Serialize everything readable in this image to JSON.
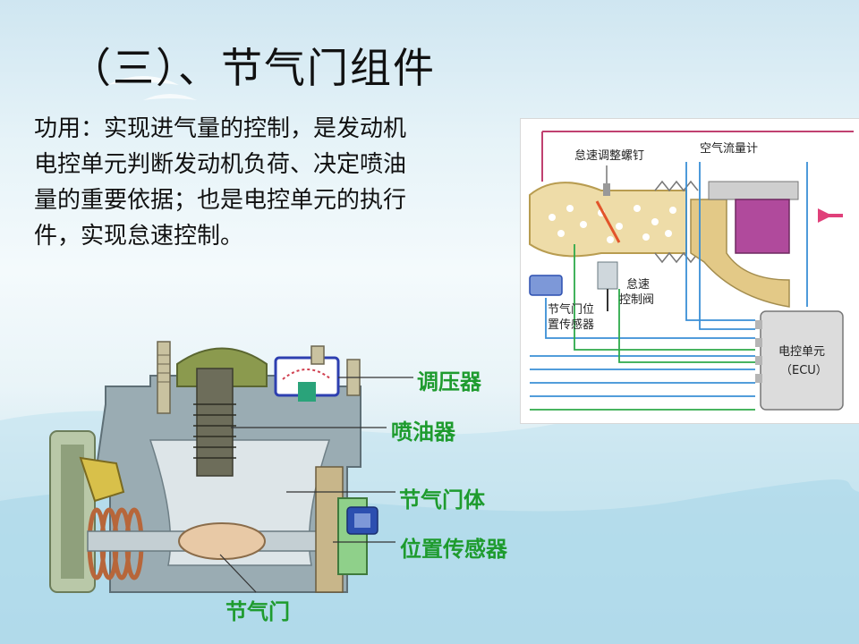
{
  "slide": {
    "title": "（三）、节气门组件",
    "description": "功用：实现进气量的控制，是发动机电控单元判断发动机负荷、决定喷油量的重要依据；也是电控单元的执行件，实现怠速控制。"
  },
  "throttle_diagram": {
    "labels": {
      "regulator": "调压器",
      "injector": "喷油器",
      "throttle_body": "节气门体",
      "position_sensor": "位置传感器",
      "throttle_valve": "节气门"
    },
    "label_color": "#1e9b2e"
  },
  "system_diagram": {
    "labels": {
      "idle_screw": "怠速调整螺钉",
      "airflow_meter": "空气流量计",
      "idle_valve_line1": "怠速",
      "idle_valve_line2": "控制阀",
      "tps_line1": "节气门位",
      "tps_line2": "置传感器",
      "ecu_line1": "电控单元",
      "ecu_line2": "（ECU）"
    },
    "colors": {
      "wire_blue": "#3a8fd6",
      "wire_green": "#2eaa4a",
      "pipe_tan": "#e3c987",
      "meter_purple": "#b04a9c",
      "arrow_pink": "#e0407a"
    }
  }
}
